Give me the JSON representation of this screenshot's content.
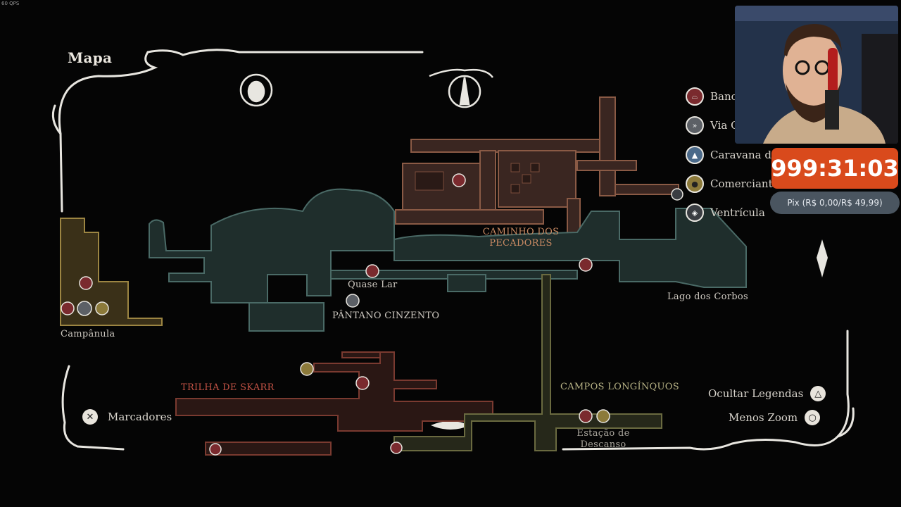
{
  "overlay": {
    "fps": "60 QPS"
  },
  "map": {
    "title": "Mapa",
    "areas": {
      "caminho_line1": "CAMINHO DOS",
      "caminho_line2": "PECADORES",
      "quase_lar": "Quase Lar",
      "pantano": "PÂNTANO CINZENTO",
      "lago": "Lago dos Corbos",
      "campanula": "Campânula",
      "trilha": "TRILHA DE SKARR",
      "campos": "CAMPOS LONGÍNQUOS",
      "estacao_line1": "Estação de",
      "estacao_line2": "Descanso"
    }
  },
  "legend": [
    {
      "label": "Banco",
      "icon": "bench-icon",
      "color": "#7a2a2e"
    },
    {
      "label": "Via C",
      "icon": "fast-travel-icon",
      "color": "#5c6066"
    },
    {
      "label": "Caravana das",
      "icon": "caravan-icon",
      "color": "#4b6a8a"
    },
    {
      "label": "Comerciante",
      "icon": "merchant-icon",
      "color": "#8c7a3a"
    },
    {
      "label": "Ventrícula",
      "icon": "ventricle-icon",
      "color": "#3a3d42"
    }
  ],
  "controls": {
    "ocultar": "Ocultar Legendas",
    "ocultar_glyph": "△",
    "zoom": "Menos Zoom",
    "zoom_glyph": "○",
    "marcadores": "Marcadores",
    "marcadores_glyph": "✕"
  },
  "stream": {
    "timer": "999:31:03",
    "pix": "Pix (R$ 0,00/R$ 49,99)"
  }
}
